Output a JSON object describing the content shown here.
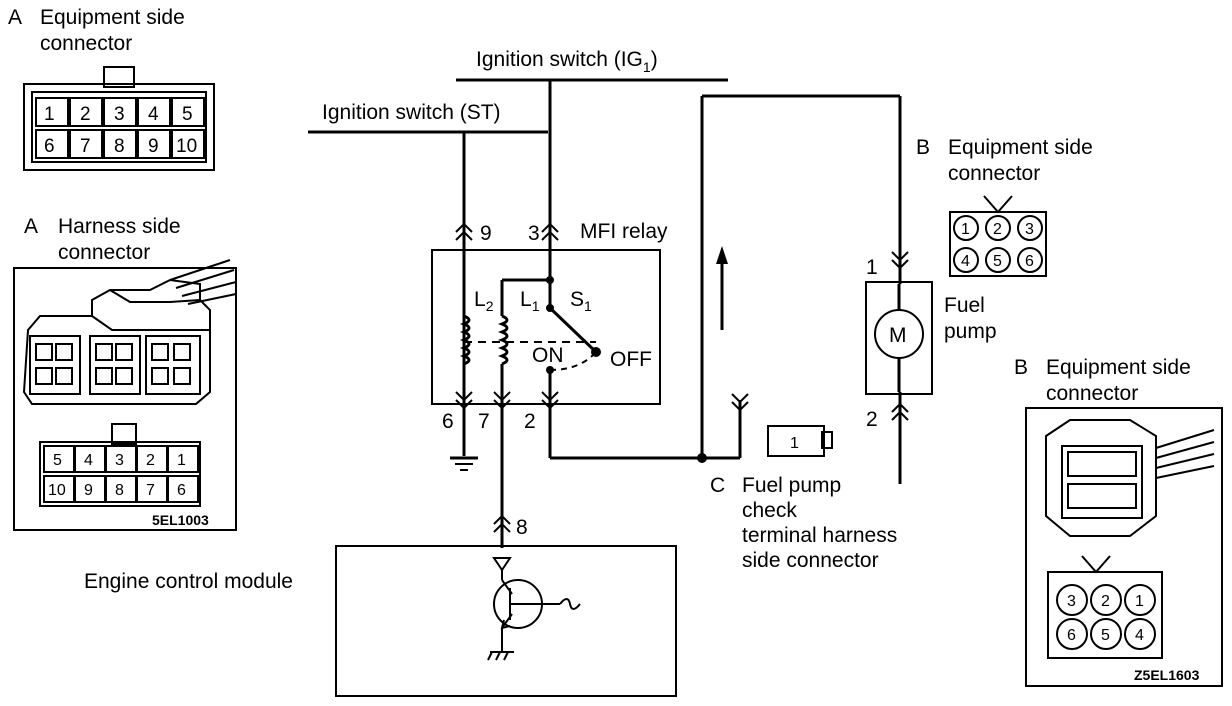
{
  "connectors": {
    "a_equipment": {
      "letter": "A",
      "line1": "Equipment side",
      "line2": "connector",
      "pins_top": [
        "1",
        "2",
        "3",
        "4",
        "5"
      ],
      "pins_bottom": [
        "6",
        "7",
        "8",
        "9",
        "10"
      ]
    },
    "a_harness": {
      "letter": "A",
      "line1": "Harness side",
      "line2": "connector",
      "pins_top": [
        "5",
        "4",
        "3",
        "2",
        "1"
      ],
      "pins_bottom": [
        "10",
        "9",
        "8",
        "7",
        "6"
      ],
      "code": "5EL1003"
    },
    "b_equipment_top": {
      "letter": "B",
      "line1": "Equipment side",
      "line2": "connector",
      "pins_top": [
        "1",
        "2",
        "3"
      ],
      "pins_bottom": [
        "4",
        "5",
        "6"
      ]
    },
    "b_equipment_right": {
      "letter": "B",
      "line1": "Equipment side",
      "line2": "connector",
      "pins_top": [
        "3",
        "2",
        "1"
      ],
      "pins_bottom": [
        "6",
        "5",
        "4"
      ],
      "code": "Z5EL1603"
    },
    "c_check": {
      "letter": "C",
      "line1": "Fuel pump",
      "line2": "check",
      "line3": "terminal harness",
      "line4": "side connector",
      "pin": "1"
    }
  },
  "supply": {
    "ig1_main": "Ignition switch (IG",
    "ig1_sub": "1",
    "ig1_close": ")",
    "st": "Ignition switch (ST)"
  },
  "relay": {
    "title": "MFI relay",
    "pins": {
      "p9": "9",
      "p3": "3",
      "p6": "6",
      "p7": "7",
      "p2": "2",
      "p8": "8"
    },
    "coil_l2": "L",
    "coil_l2_sub": "2",
    "coil_l1": "L",
    "coil_l1_sub": "1",
    "switch_s1": "S",
    "switch_s1_sub": "1",
    "on": "ON",
    "off": "OFF"
  },
  "pump": {
    "label1": "Fuel",
    "label2": "pump",
    "motor": "M",
    "pin1": "1",
    "pin2": "2"
  },
  "ecm": {
    "label": "Engine control module"
  }
}
